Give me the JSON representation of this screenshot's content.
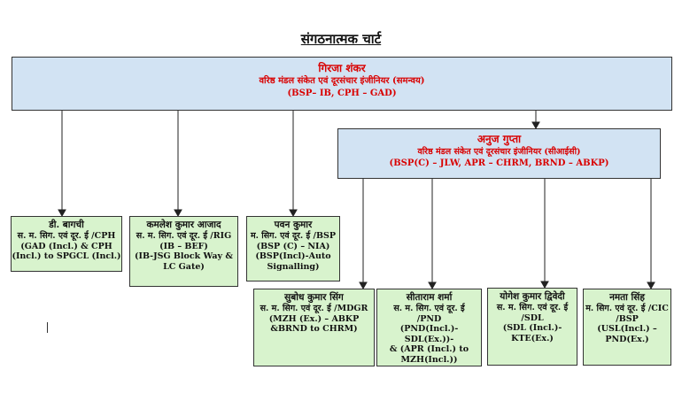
{
  "title": "संगठनात्मक चार्ट",
  "top": {
    "name": "गिरजा शंकर",
    "designation": "वरिष्ठ मंडल संकेत एवं दूरसंचार इंजीनियर (समन्वय)",
    "jurisdiction": "(BSP– IB, CPH – GAD)"
  },
  "mid": {
    "name": "अनुज गुप्ता",
    "designation": "वरिष्ठ मंडल संकेत एवं दूरसंचार इंजीनियर (सीआईसी)",
    "jurisdiction": "(BSP(C) – JLW, APR – CHRM, BRND – ABKP)"
  },
  "boxes": [
    {
      "name": "डी. बागची",
      "lines": [
        "स. म. सिग. एवं दूर. ई /CPH",
        "(GAD (Incl.) & CPH",
        "(Incl.) to SPGCL (Incl.)"
      ]
    },
    {
      "name": "कमलेश कुमार आजाद",
      "lines": [
        "स. म. सिग. एवं दूर. ई /RIG",
        "(IB – BEF)",
        "(IB-JSG Block Way &",
        "LC Gate)"
      ]
    },
    {
      "name": "पवन कुमार",
      "lines": [
        "म. सिग. एवं दूर. ई /BSP",
        "(BSP (C) – NIA)",
        "(BSP(Incl)-Auto",
        "Signalling)"
      ]
    },
    {
      "name": "सुबोध कुमार सिंग",
      "lines": [
        "स. म. सिग. एवं दूर. ई /MDGR",
        "(MZH (Ex.) – ABKP",
        "&BRND to CHRM)"
      ]
    },
    {
      "name": "सीताराम शर्मा",
      "lines": [
        "स. म. सिग. एवं दूर. ई",
        "/PND",
        "(PND(Incl.)-SDL(Ex.))-",
        "& (APR (Incl.) to",
        "MZH(Incl.))"
      ]
    },
    {
      "name": "योगेश कुमार द्विवेदी",
      "lines": [
        "स. म. सिग. एवं दूर. ई",
        "/SDL",
        "(SDL (Incl.)-",
        "KTE(Ex.)"
      ]
    },
    {
      "name": "नमता सिंह",
      "lines": [
        "म. सिग. एवं दूर. ई /CIC",
        "/BSP",
        "(USL(Incl.) –",
        "PND(Ex.)"
      ]
    }
  ]
}
